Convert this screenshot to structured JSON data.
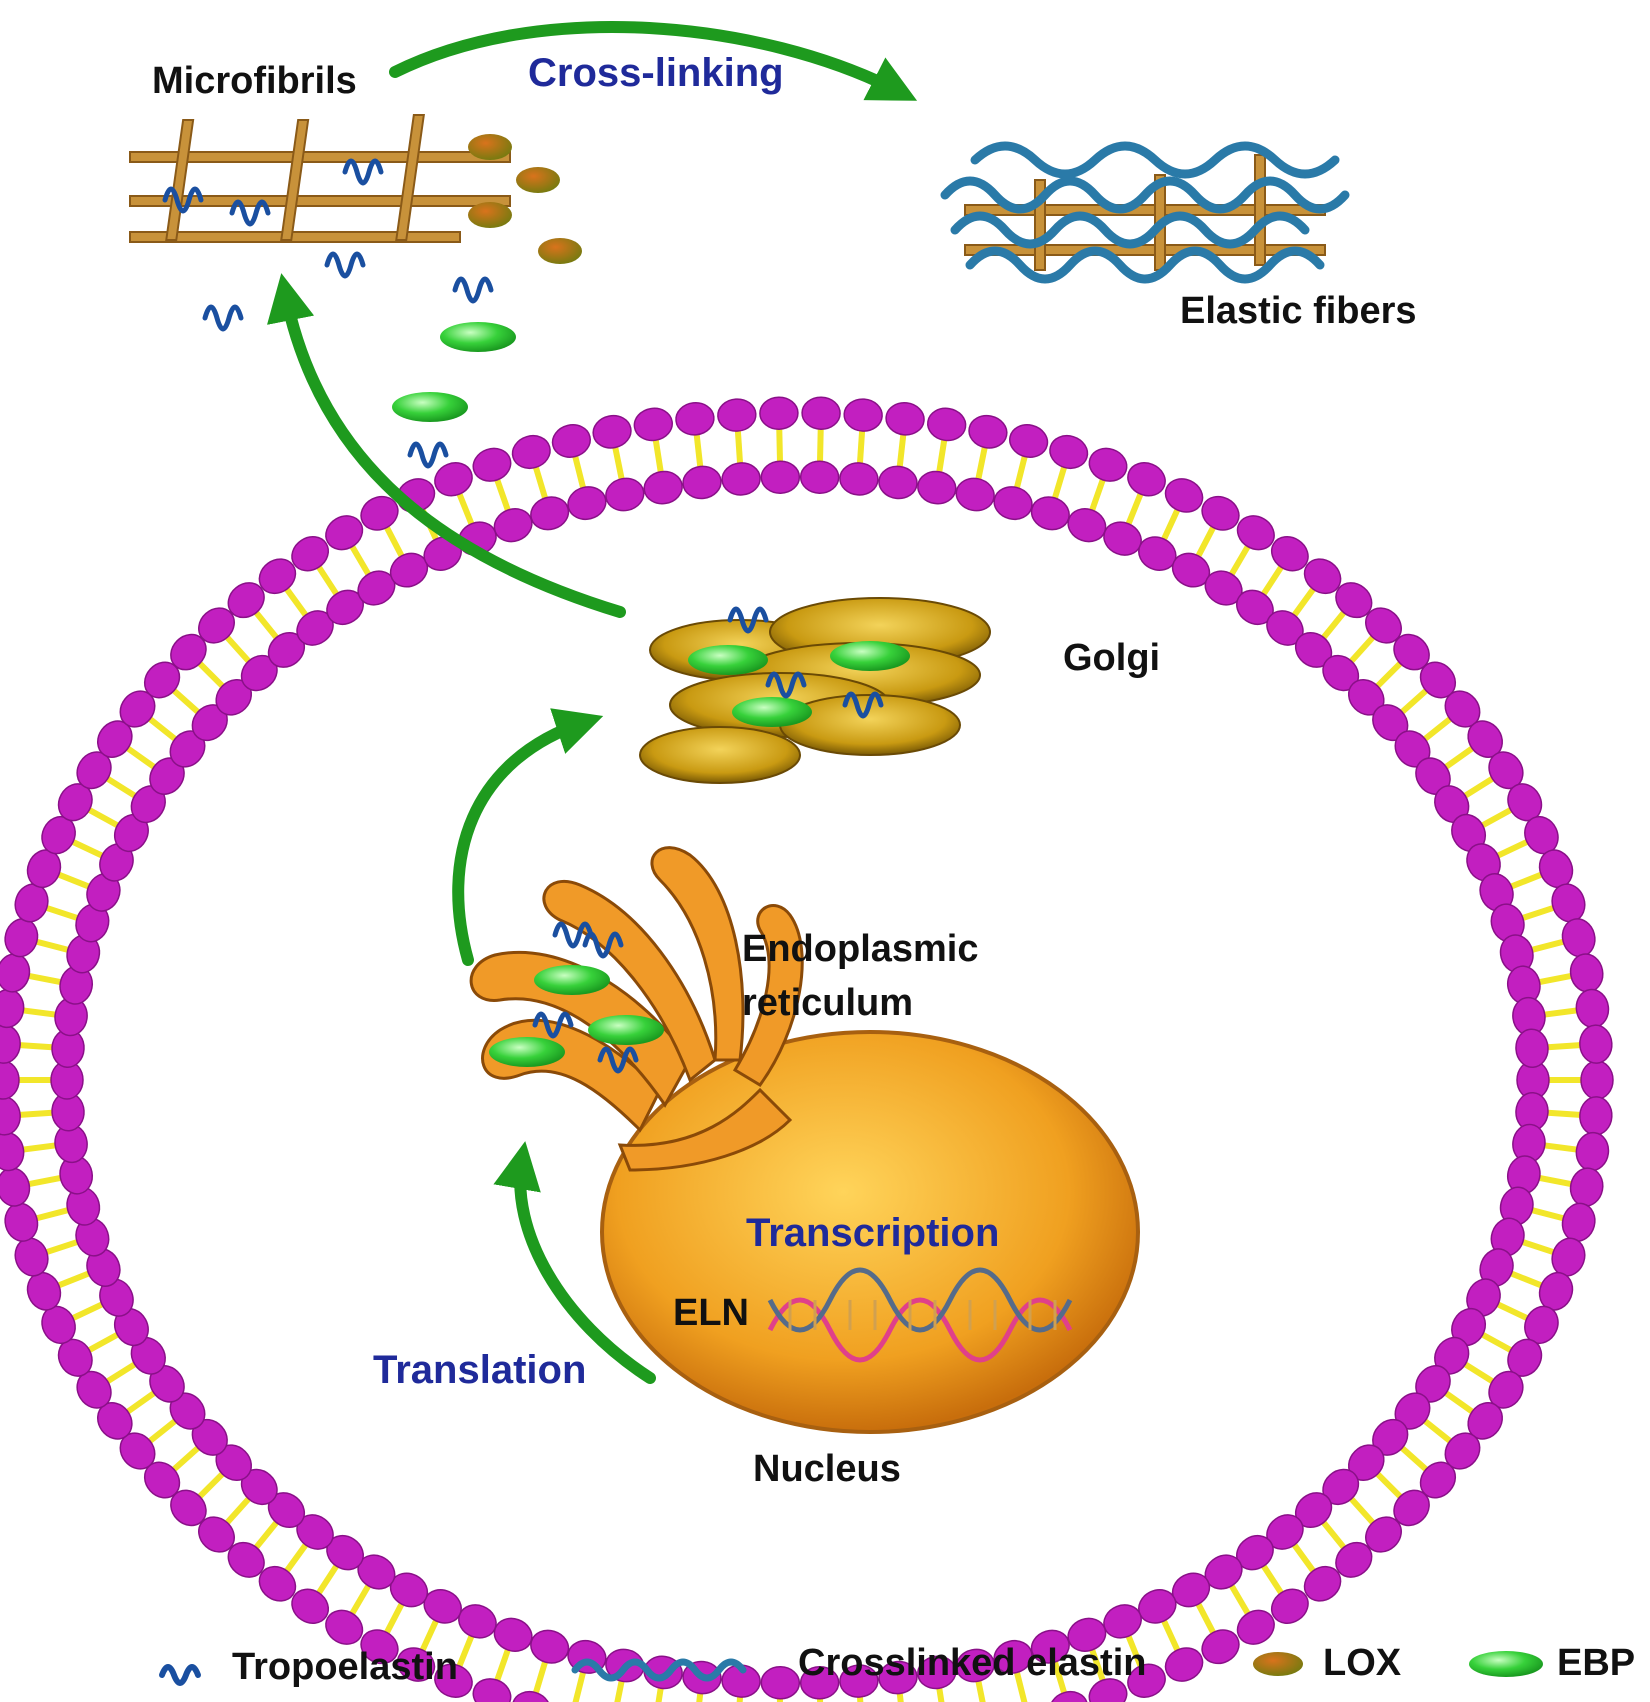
{
  "labels": {
    "microfibrils": "Microfibrils",
    "cross_linking": "Cross-linking",
    "elastic_fibers": "Elastic fibers",
    "golgi": "Golgi",
    "er_line1": "Endoplasmic",
    "er_line2": "reticulum",
    "transcription": "Transcription",
    "eln": "ELN",
    "translation": "Translation",
    "nucleus": "Nucleus"
  },
  "legend": {
    "tropoelastin": "Tropoelastin",
    "crosslinked_elastin": "Crosslinked elastin",
    "lox": "LOX",
    "ebp": "EBP"
  },
  "colors": {
    "arrow": "#1e9a1e",
    "membrane_head": "#c21fc0",
    "membrane_tail": "#f2e62a",
    "tropoelastin": "#1a4fa0",
    "crosslinked_elastin": "#2a7aa8",
    "ebp": "#37d13a",
    "lox": "#c8782a",
    "nucleus": "#f0a020",
    "er": "#f09a28",
    "golgi": "#c9a21a",
    "microfibril": "#c8923a",
    "label_blue": "#1f2a9a"
  }
}
